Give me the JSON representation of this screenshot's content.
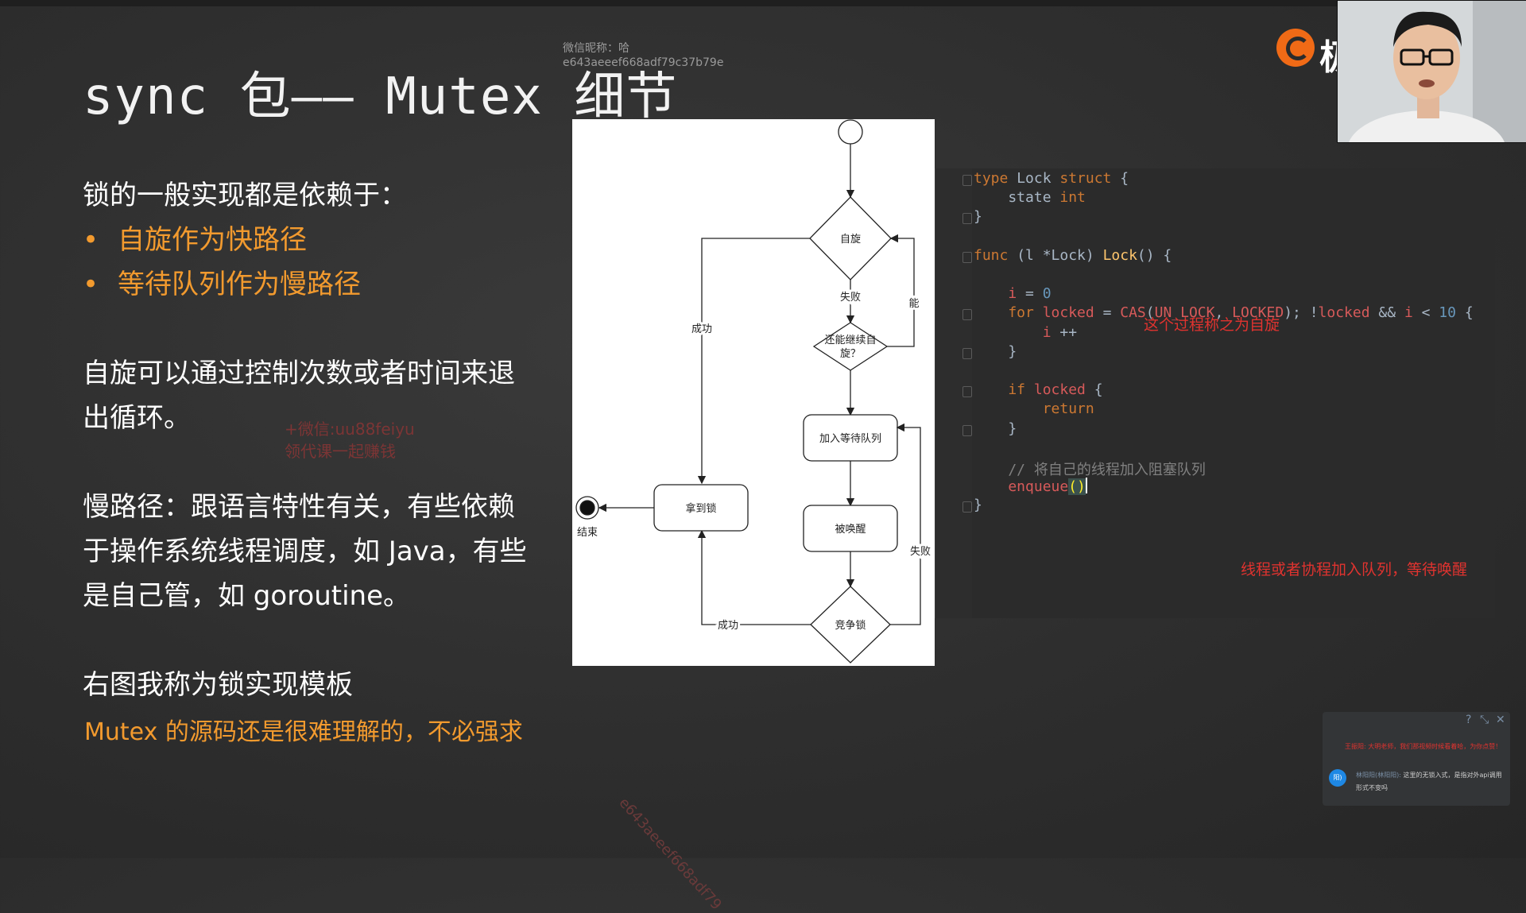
{
  "slide": {
    "title": "sync 包—— Mutex 细节",
    "watermark_top": [
      "微信昵称：哈",
      "e643aeeef668adf79c37b79e"
    ],
    "intro": "锁的一般实现都是依赖于：",
    "bullets": [
      "自旋作为快路径",
      "等待队列作为慢路径"
    ],
    "bullet_symbol": "•",
    "spin_para": [
      "自旋可以通过控制次数或者时间来退",
      "出循环。"
    ],
    "faint_red_note": [
      "+微信:uu88feiyu",
      "领代课一起赚钱"
    ],
    "slow_para": [
      "慢路径：跟语言特性有关，有些依赖",
      "于操作系统线程调度，如 Java，有些",
      "是自己管，如 goroutine。"
    ],
    "template_label": "右图我称为锁实现模板",
    "mutex_note": "Mutex 的源码还是很难理解的，不必强求",
    "diag_watermark": "e643aeeef668adf79"
  },
  "flowchart": {
    "nodes": {
      "spin": "自旋",
      "can_spin": [
        "还能继续自",
        "旋？"
      ],
      "enqueue": "加入等待队列",
      "woken": "被唤醒",
      "compete": "竞争锁",
      "got_lock": "拿到锁",
      "end": "结束"
    },
    "edges": {
      "fail1": "失败",
      "can": "能",
      "success1": "成功",
      "success2": "成功",
      "fail2": "失败"
    }
  },
  "code": {
    "lines": [
      {
        "parts": [
          [
            "kw",
            "type "
          ],
          [
            "t",
            "Lock "
          ],
          [
            "kw",
            "struct "
          ],
          [
            "t",
            "{"
          ]
        ]
      },
      {
        "parts": [
          [
            "t",
            "    state "
          ],
          [
            "kw",
            "int"
          ]
        ]
      },
      {
        "parts": [
          [
            "t",
            "}"
          ]
        ]
      },
      {
        "parts": [
          [
            "t",
            ""
          ]
        ]
      },
      {
        "parts": [
          [
            "kw",
            "func "
          ],
          [
            "t",
            "(l *Lock) "
          ],
          [
            "fn",
            "Lock"
          ],
          [
            "t",
            "() {"
          ]
        ]
      },
      {
        "parts": [
          [
            "t",
            ""
          ]
        ]
      },
      {
        "parts": [
          [
            "t",
            "    "
          ],
          [
            "var",
            "i"
          ],
          [
            "t",
            " = "
          ],
          [
            "num",
            "0"
          ]
        ]
      },
      {
        "parts": [
          [
            "kw",
            "    for "
          ],
          [
            "var",
            "locked"
          ],
          [
            "t",
            " = "
          ],
          [
            "var",
            "CAS"
          ],
          [
            "t",
            "("
          ],
          [
            "var",
            "UN_LOCK"
          ],
          [
            "t",
            ", "
          ],
          [
            "var",
            "LOCKED"
          ],
          [
            "t",
            "); !"
          ],
          [
            "var",
            "locked"
          ],
          [
            "t",
            " && "
          ],
          [
            "var",
            "i"
          ],
          [
            "t",
            " < "
          ],
          [
            "num",
            "10"
          ],
          [
            "t",
            " {"
          ]
        ]
      },
      {
        "parts": [
          [
            "t",
            "        "
          ],
          [
            "var",
            "i"
          ],
          [
            "t",
            " ++"
          ]
        ]
      },
      {
        "parts": [
          [
            "t",
            "    }"
          ]
        ]
      },
      {
        "parts": [
          [
            "t",
            ""
          ]
        ]
      },
      {
        "parts": [
          [
            "kw",
            "    if "
          ],
          [
            "var",
            "locked"
          ],
          [
            "t",
            " {"
          ]
        ]
      },
      {
        "parts": [
          [
            "kw",
            "        return"
          ]
        ]
      },
      {
        "parts": [
          [
            "t",
            "    }"
          ]
        ]
      },
      {
        "parts": [
          [
            "t",
            ""
          ]
        ]
      },
      {
        "parts": [
          [
            "cmt",
            "    // 将自己的线程加入阻塞队列"
          ]
        ]
      },
      {
        "parts": [
          [
            "var",
            "    enqueue"
          ],
          [
            "hl",
            "()"
          ],
          [
            "cursor",
            ""
          ]
        ]
      },
      {
        "parts": [
          [
            "t",
            "}"
          ]
        ]
      }
    ],
    "note_spin": "这个过程称之为自旋",
    "note_enqueue": "线程或者协程加入队列，等待唤醒"
  },
  "overlay": {
    "logo_char": "极",
    "chat": {
      "controls": [
        "?",
        "⤡",
        "✕"
      ],
      "message1": "王振阳: 大明老师，我们那视频时候看着哈，为你点赞！",
      "avatar": "阳)",
      "message2_name": "林阳阳(林阳阳):",
      "message2": "这里的无锁入式，是指对外api调用形式不变吗"
    }
  }
}
